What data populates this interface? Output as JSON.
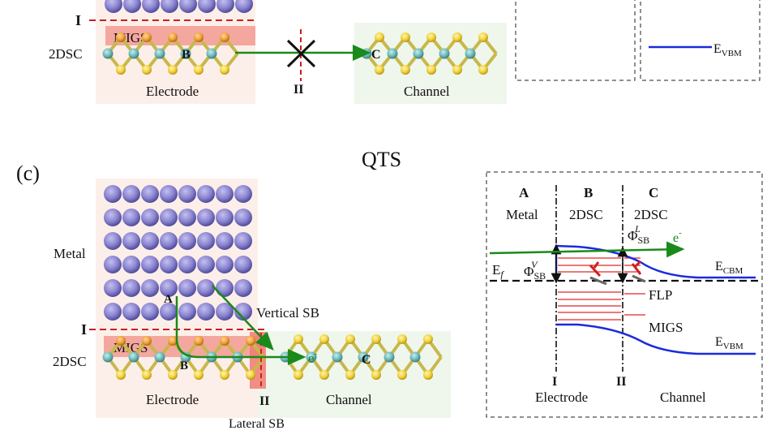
{
  "panel_c_label": "(c)",
  "title": "QTS",
  "top": {
    "I": "I",
    "II": "II",
    "migs": "MIGS",
    "twodsc": "2DSC",
    "B": "B",
    "C": "C",
    "electrode": "Electrode",
    "channel": "Channel",
    "evbm_main": "E",
    "evbm_sub": "VBM"
  },
  "left": {
    "metal": "Metal",
    "I": "I",
    "twodsc": "2DSC",
    "migs": "MIGS",
    "A": "A",
    "B": "B",
    "C": "C",
    "electron": "e",
    "electron_sup": "-",
    "vertical_sb": "Vertical SB",
    "lateral_sb": "Lateral SB",
    "II": "II",
    "electrode": "Electrode",
    "channel": "Channel"
  },
  "band": {
    "A": "A",
    "B": "B",
    "C": "C",
    "metal": "Metal",
    "twodsc_b": "2DSC",
    "twodsc_c": "2DSC",
    "phi": "Φ",
    "phi_L_sup": "L",
    "phi_L_sub": "SB",
    "phi_V_sup": "V",
    "phi_V_sub": "SB",
    "electron": "e",
    "electron_sup": "-",
    "ef_main": "E",
    "ef_sub": "f",
    "ecbm_main": "E",
    "ecbm_sub": "CBM",
    "flp": "FLP",
    "migs": "MIGS",
    "evbm_main": "E",
    "evbm_sub": "VBM",
    "I": "I",
    "II": "II",
    "electrode": "Electrode",
    "channel": "Channel"
  },
  "colors": {
    "metal_atom": "#8a84cf",
    "metal_atom_dark": "#4e4a9c",
    "sulfur": "#f2d23a",
    "transition": "#6fb8b8",
    "electrode_bg": "#fcefe9",
    "channel_bg": "#eff6ec",
    "migs_band": "#f29a92",
    "arrow": "#1a8a1a",
    "dashed_red": "#cc1f1f",
    "band_blue": "#1a2bdc",
    "band_red": "#e32626"
  }
}
